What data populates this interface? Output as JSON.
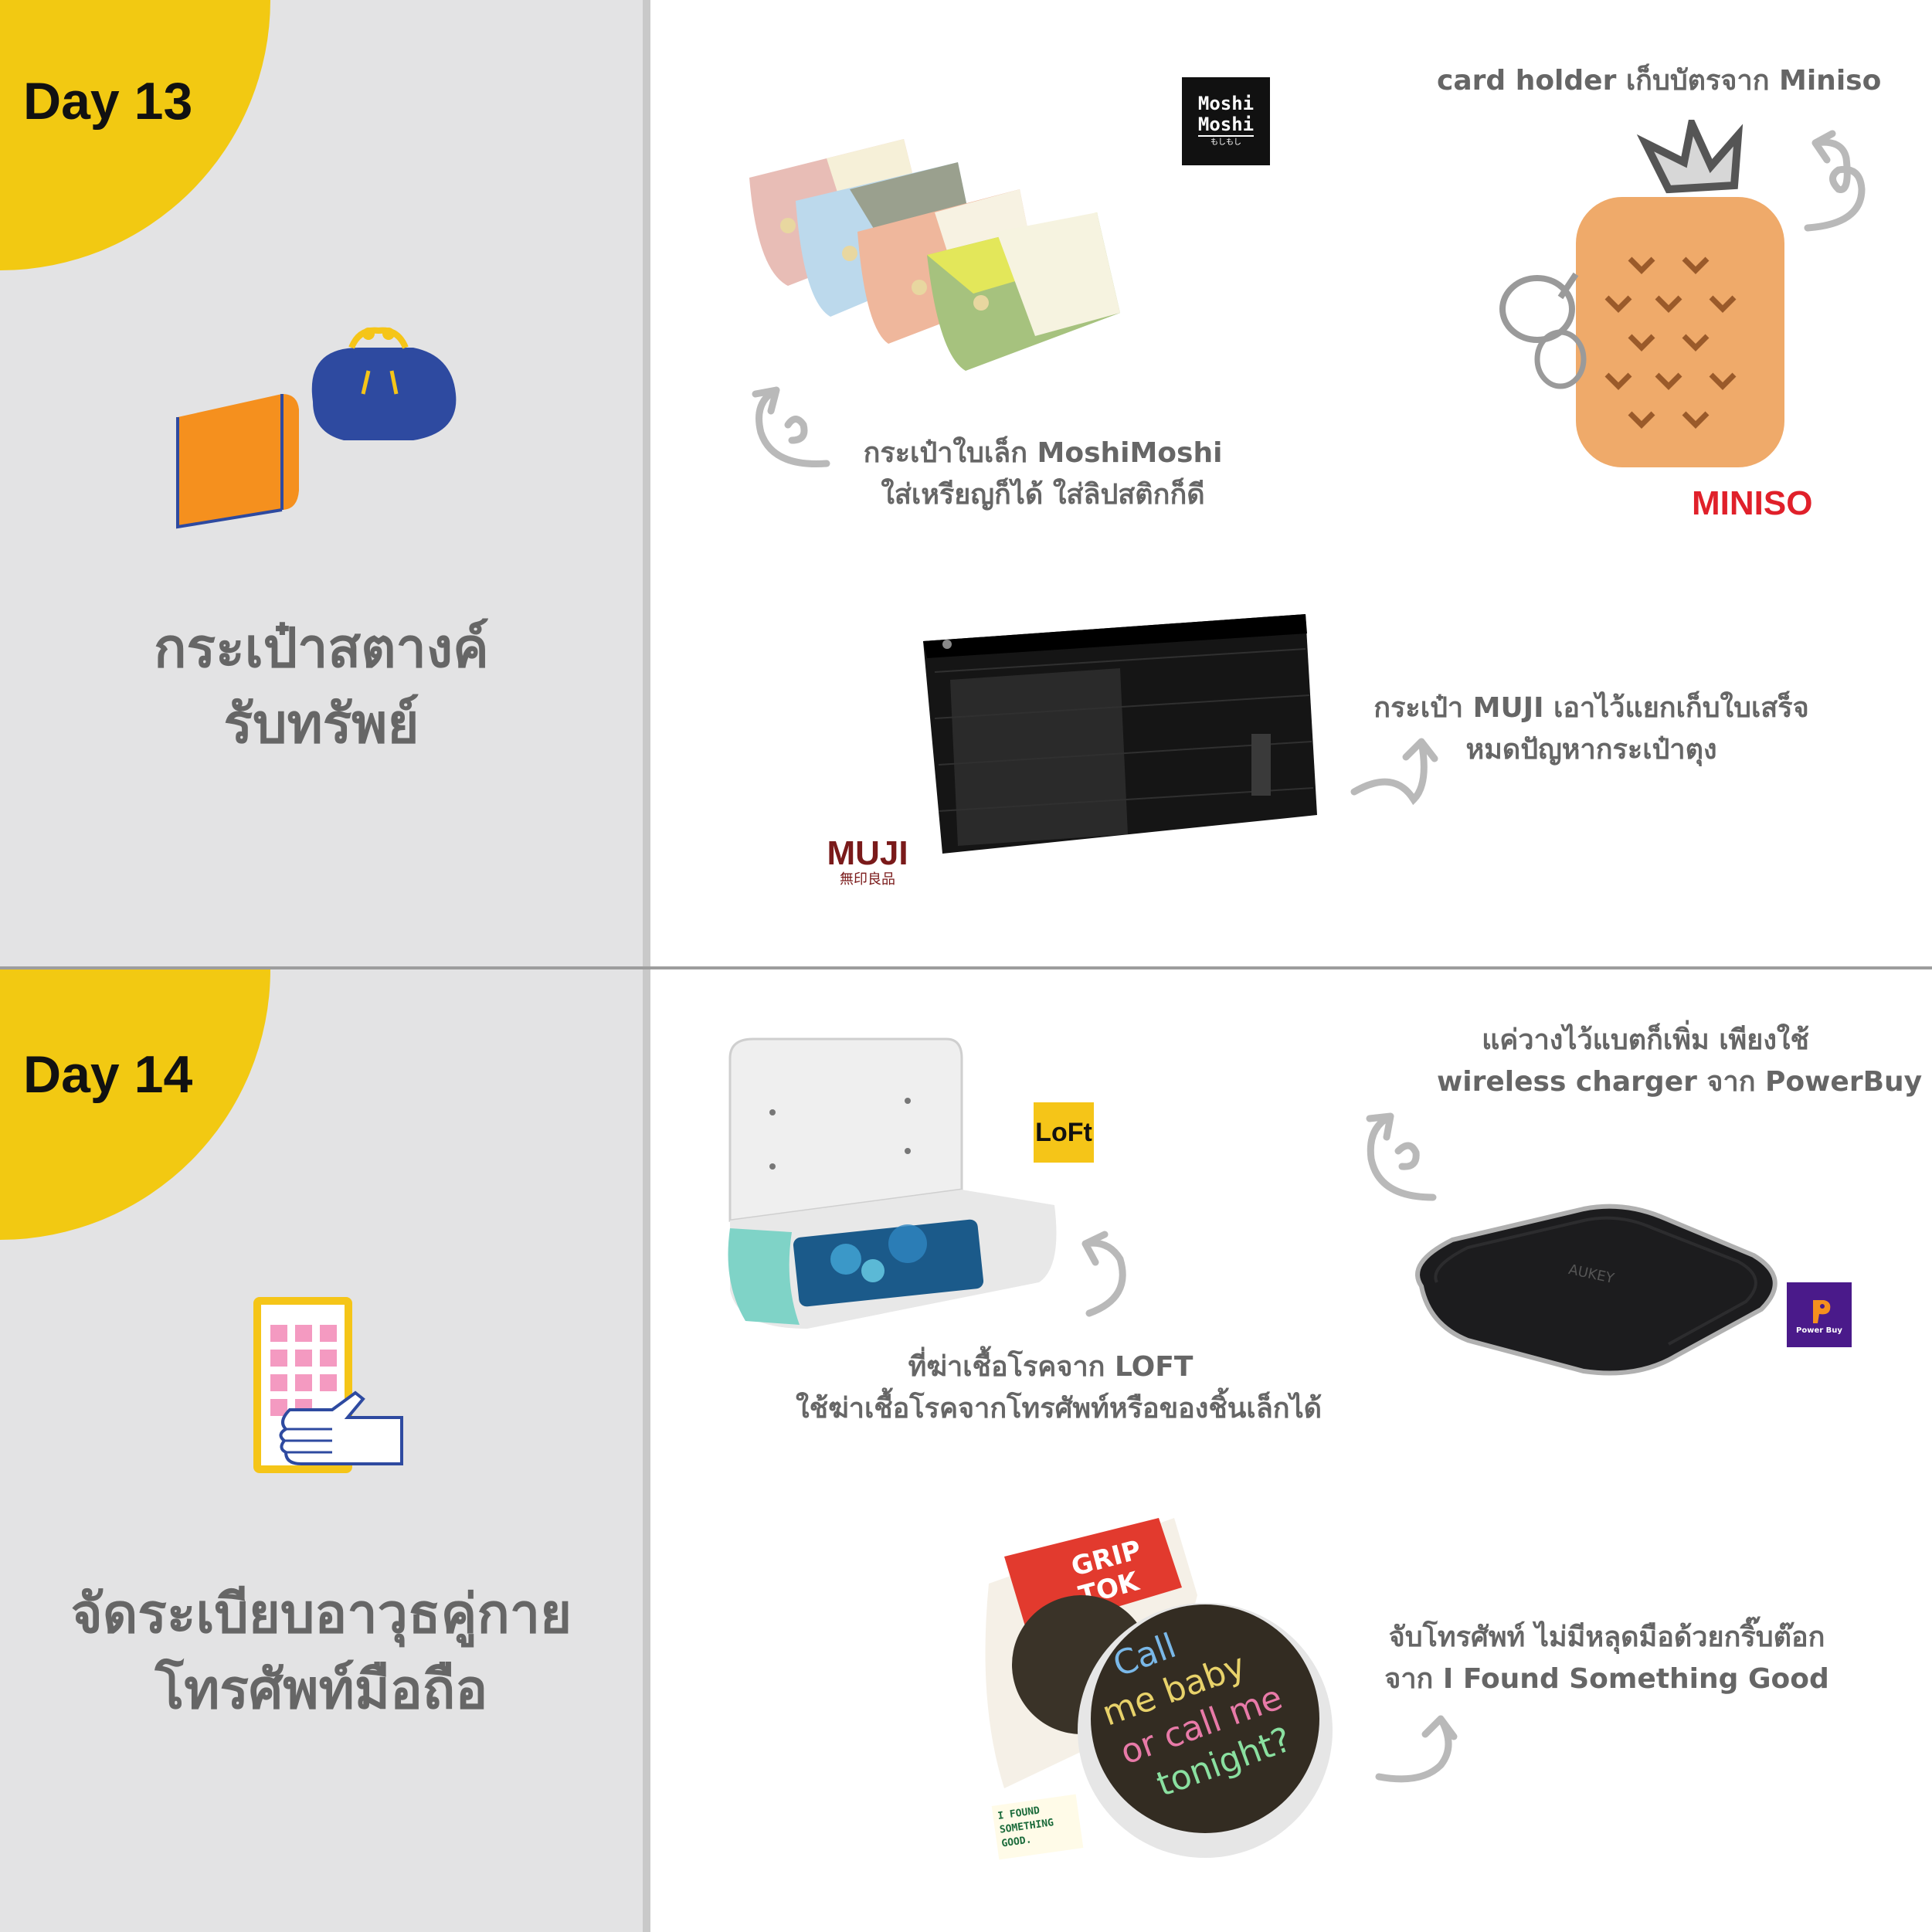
{
  "day13": {
    "label": "Day 13",
    "title_line1": "กระเป๋าสตางค์",
    "title_line2": "รับทรัพย์",
    "moshi_caption_line1": "กระเป๋าใบเล็ก MoshiMoshi",
    "moshi_caption_line2": "ใส่เหรียญก็ได้ ใส่ลิปสติกก็ดี",
    "miniso_caption": "card holder เก็บบัตรจาก Miniso",
    "muji_caption_line1": "กระเป๋า MUJI เอาไว้แยกเก็บใบเสร็จ",
    "muji_caption_line2": "หมดปัญหากระเป๋าตุง",
    "logo_moshi_line1": "Moshi",
    "logo_moshi_line2": "Moshi",
    "logo_moshi_sub": "もしもし",
    "logo_miniso": "MINISO",
    "logo_muji": "MUJI",
    "logo_muji_sub": "無印良品"
  },
  "day14": {
    "label": "Day 14",
    "title_line1": "จัดระเบียบอาวุธคู่กาย",
    "title_line2": "โทรศัพท์มือถือ",
    "loft_caption_line1": "ที่ฆ่าเชื้อโรคจาก LOFT",
    "loft_caption_line2": "ใช้ฆ่าเชื้อโรคจากโทรศัพท์หรือของชิ้นเล็กได้",
    "powerbuy_caption_line1": "แค่วางไว้แบตก็เพิ่ม เพียงใช้",
    "powerbuy_caption_line2": "wireless charger จาก PowerBuy",
    "grip_caption_line1": "จับโทรศัพท์ ไม่มีหลุดมือด้วยกริ๊บต๊อก",
    "grip_caption_line2": "จาก I Found Something Good",
    "logo_loft": "LoFt",
    "logo_powerbuy": "Power Buy",
    "charger_brand": "AUKEY",
    "grip_pack_line1": "GRIP",
    "grip_pack_line2": "TOK",
    "grip_text_line1": "Call",
    "grip_text_line2": "me baby",
    "grip_text_line3": "or call me",
    "grip_text_line4": "tonight?",
    "ifsg_line1": "I FOUND",
    "ifsg_line2": "SOMETHING",
    "ifsg_line3": "GOOD."
  },
  "colors": {
    "left_panel": "#e3e3e4",
    "day_circle": "#f2c912",
    "caption_text": "#666666",
    "miniso_red": "#e0202a",
    "muji_red": "#7a1a1a",
    "wallet_orange": "#f5901e",
    "purse_blue": "#2e4aa0",
    "phone_yellow": "#f5c518",
    "phone_pink": "#f49ac1"
  }
}
